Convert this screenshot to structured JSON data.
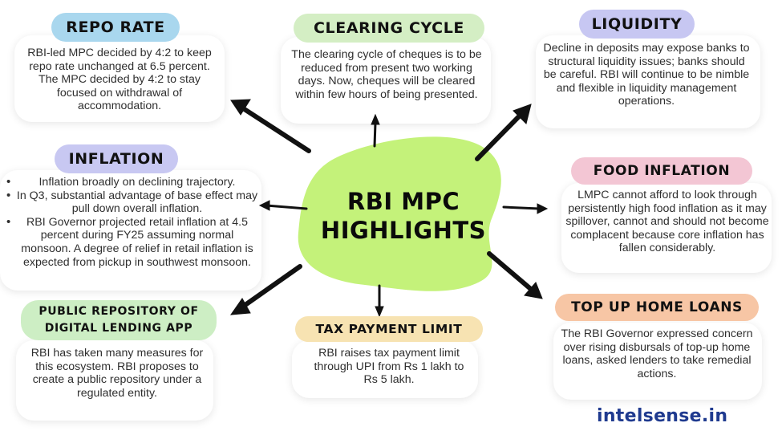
{
  "center": {
    "title": "RBI MPC HIGHLIGHTS"
  },
  "colors": {
    "center_blob": "#c4f27a",
    "repo": "#a9d7ee",
    "clearing": "#d4eec4",
    "liquidity": "#c7c7f2",
    "inflation": "#c8c8f2",
    "food_inflation": "#f3c6d4",
    "public_repo": "#cdeec4",
    "tax": "#f7e3b2",
    "home_loans": "#f7c6a5",
    "arrow": "#111111",
    "brand": "#1f3a8f"
  },
  "nodes": {
    "repo_rate": {
      "title": "REPO RATE",
      "text": "RBI-led MPC decided by 4:2 to keep repo rate unchanged at 6.5 percent. The MPC decided by 4:2 to stay focused on withdrawal of accommodation."
    },
    "clearing_cycle": {
      "title": "CLEARING CYCLE",
      "text": "The clearing cycle of cheques is to be reduced from present two working days. Now, cheques will be cleared within few hours of being presented."
    },
    "liquidity": {
      "title": "LIQUIDITY",
      "text": "Decline in deposits may expose banks to structural liquidity issues; banks should be careful. RBI will continue to be nimble and flexible in liquidity management operations."
    },
    "inflation": {
      "title": "INFLATION",
      "bullets": [
        "Inflation broadly on declining trajectory.",
        "In Q3, substantial advantage of base effect may pull down overall inflation.",
        "RBI Governor projected retail inflation at 4.5 percent during FY25 assuming normal monsoon. A degree of relief in retail inflation is expected from pickup in southwest monsoon."
      ]
    },
    "food_inflation": {
      "title": "FOOD INFLATION",
      "text": "LMPC cannot afford to look through persistently high food inflation as it may spillover, cannot and should not become complacent because core inflation has fallen considerably."
    },
    "public_repository": {
      "title_line1": "PUBLIC REPOSITORY OF",
      "title_line2": "DIGITAL LENDING APP",
      "text": "RBI has taken many measures for this ecosystem. RBI proposes to create a public repository under a regulated entity."
    },
    "tax_payment": {
      "title": "TAX PAYMENT LIMIT",
      "text": "RBI raises tax payment limit through UPI from Rs 1 lakh to Rs 5 lakh."
    },
    "top_up_home_loans": {
      "title": "TOP UP HOME LOANS",
      "text": "The RBI Governor expressed concern over rising disbursals of top-up home loans, asked lenders to take remedial actions."
    }
  },
  "brand": {
    "text": "intelsense.in"
  }
}
